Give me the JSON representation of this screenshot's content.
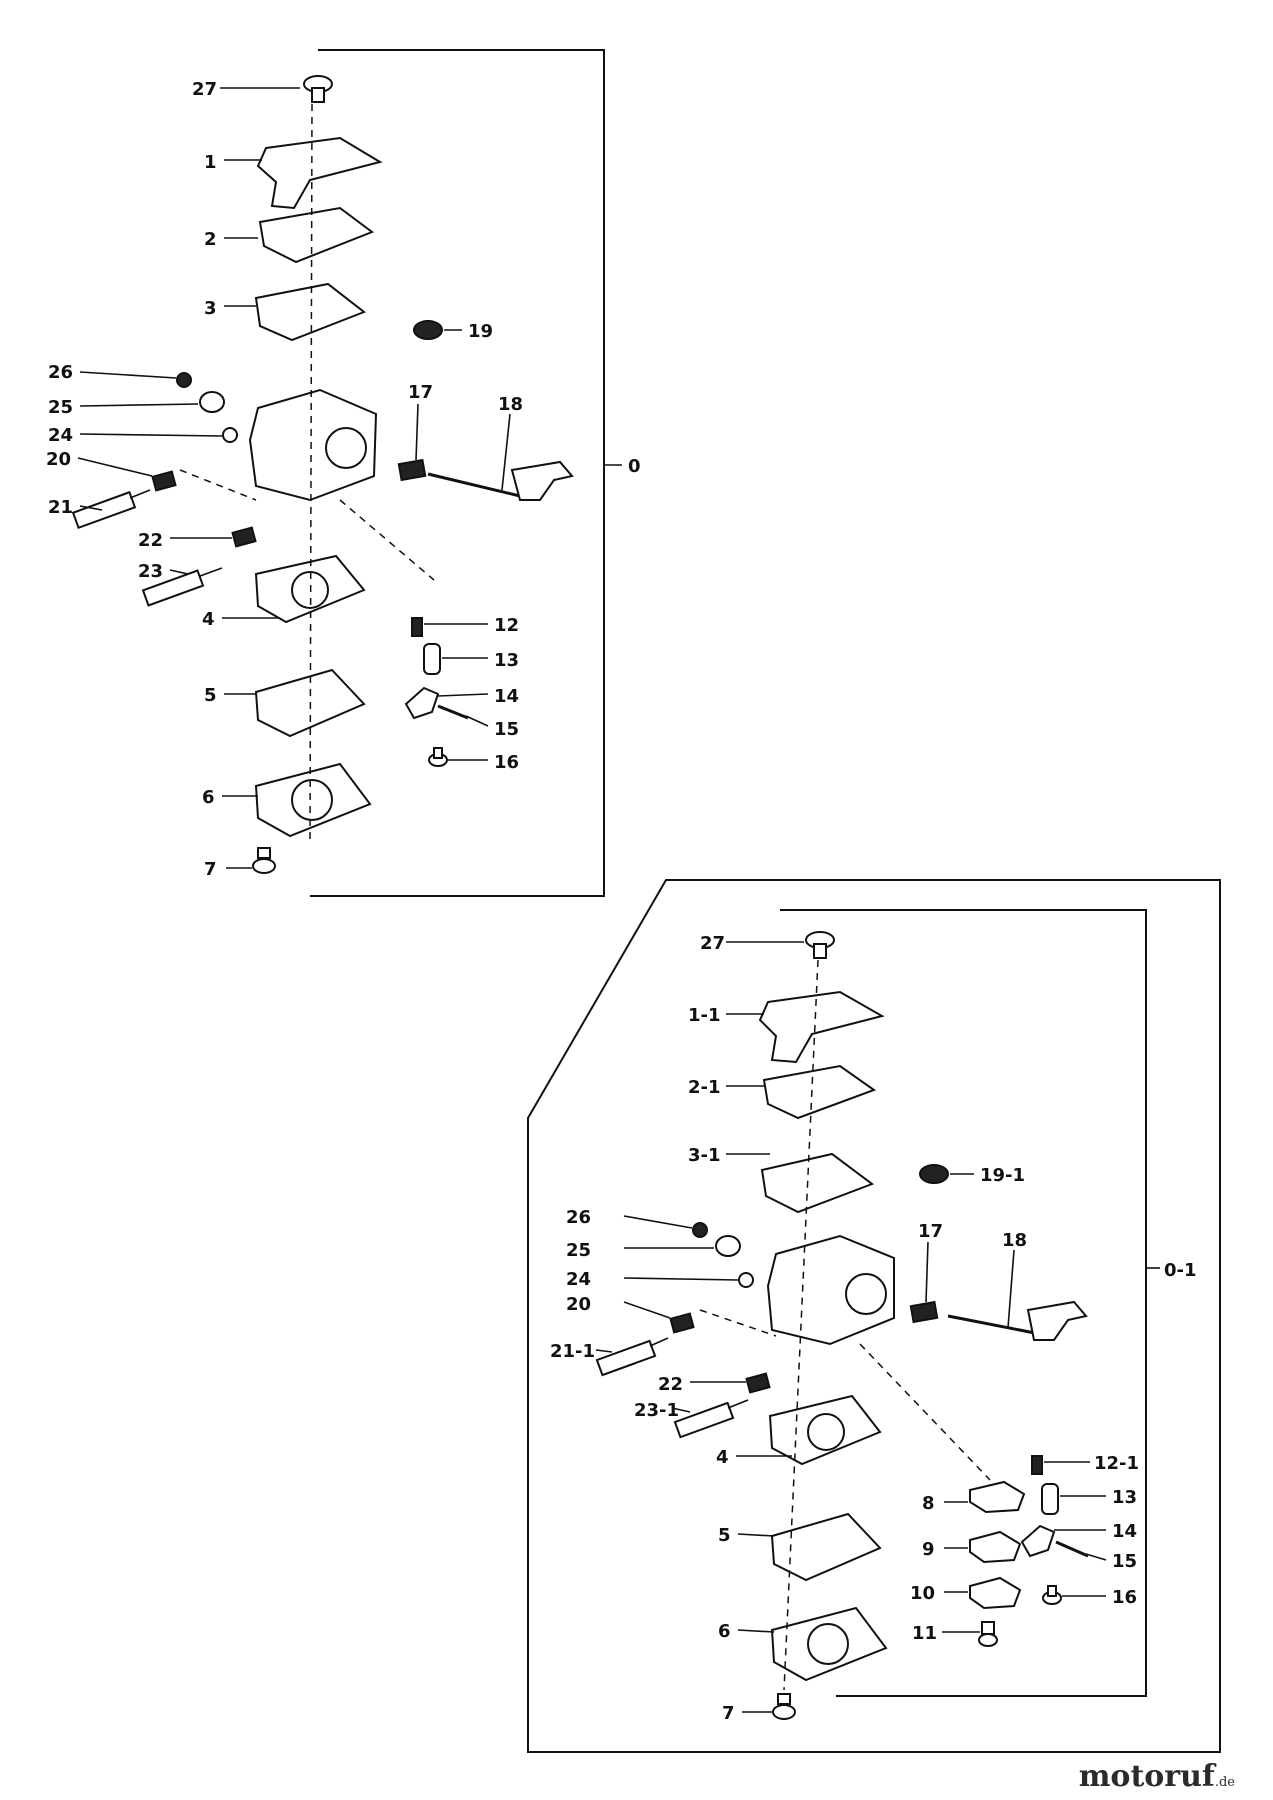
{
  "group_a": {
    "assembly_label": "0",
    "labels": [
      "27",
      "1",
      "2",
      "3",
      "19",
      "26",
      "25",
      "24",
      "20",
      "21",
      "22",
      "23",
      "17",
      "18",
      "4",
      "12",
      "13",
      "5",
      "14",
      "15",
      "16",
      "6",
      "7"
    ]
  },
  "group_b": {
    "assembly_label": "0-1",
    "labels": [
      "27",
      "1-1",
      "2-1",
      "3-1",
      "19-1",
      "26",
      "25",
      "24",
      "20",
      "17",
      "18",
      "21-1",
      "22",
      "23-1",
      "4",
      "12-1",
      "8",
      "13",
      "14",
      "5",
      "9",
      "15",
      "10",
      "16",
      "11",
      "6",
      "7"
    ]
  },
  "watermark": {
    "brand": "motoruf",
    "suffix": ".de"
  }
}
